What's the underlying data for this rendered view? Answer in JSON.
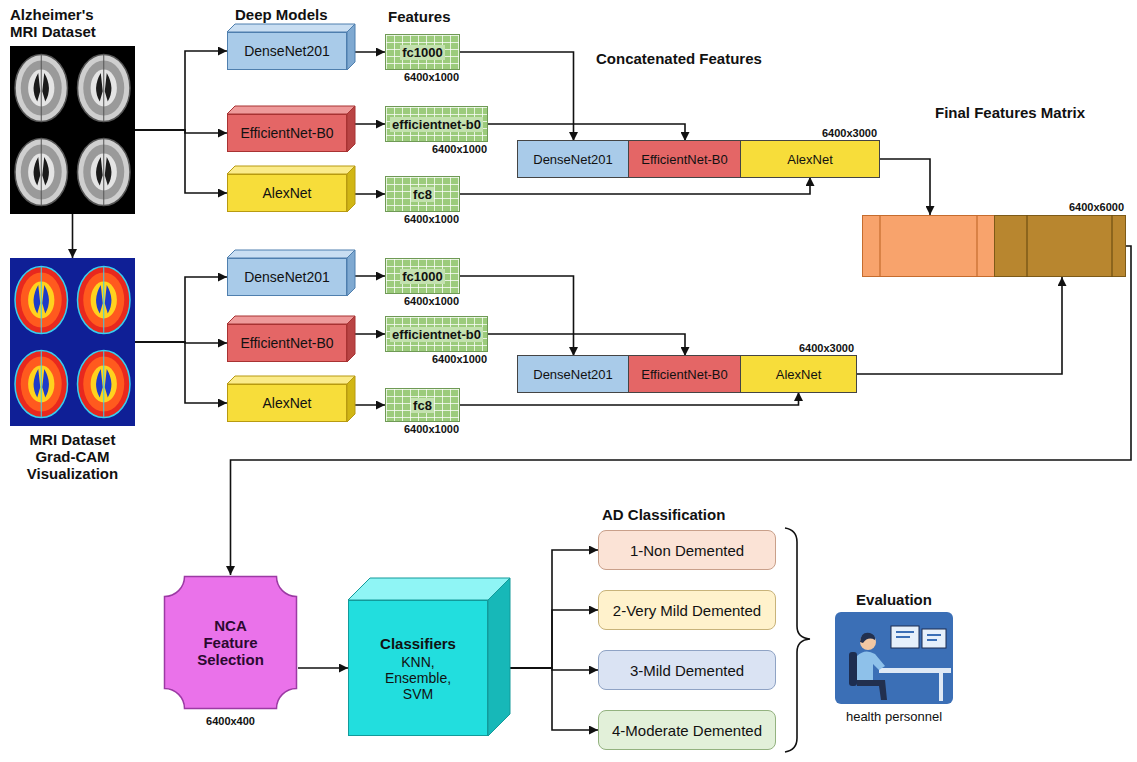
{
  "diagram": {
    "nodes": [
      {
        "text": [
          "Alzheimer's MRI Dataset"
        ]
      },
      {
        "text": [
          "DenseNet201"
        ]
      },
      {
        "text": [
          "EfficientNet-B0"
        ]
      },
      {
        "text": [
          "AlexNet"
        ]
      },
      {
        "text": [
          "fc1000",
          "6400x1000"
        ]
      },
      {
        "text": [
          "efficientnet-b0",
          "6400x1000"
        ]
      },
      {
        "text": [
          "fc8",
          "6400x1000"
        ]
      },
      {
        "text": [
          "6400x3000"
        ]
      },
      {
        "text": [
          "DenseNet201"
        ],
        "in": 7
      },
      {
        "text": [
          "EfficientNet-B0"
        ],
        "in": 7
      },
      {
        "text": [
          "AlexNet"
        ],
        "in": 7
      },
      {
        "text": [
          "MRI Dataset Grad-CAM Visualization"
        ]
      },
      {
        "text": [
          "DenseNet201"
        ]
      },
      {
        "text": [
          "EfficientNet-B0"
        ]
      },
      {
        "text": [
          "AlexNet"
        ]
      },
      {
        "text": [
          "fc1000",
          "6400x1000"
        ]
      },
      {
        "text": [
          "efficientnet-b0",
          "6400x1000"
        ]
      },
      {
        "text": [
          "fc8",
          "6400x1000"
        ]
      },
      {
        "text": [
          "6400x3000"
        ]
      },
      {
        "text": [
          "DenseNet201"
        ],
        "in": 18
      },
      {
        "text": [
          "EfficientNet-B0"
        ],
        "in": 18
      },
      {
        "text": [
          "AlexNet"
        ],
        "in": 18
      },
      {
        "text": [
          "6400x6000"
        ]
      },
      {
        "text": [
          "NCA Feature Selection",
          "6400x400"
        ]
      },
      {
        "text": [
          "Classifiers",
          "KNN, Ensemble, SVM"
        ]
      },
      {
        "text": [
          "1-Non Demented"
        ]
      },
      {
        "text": [
          "2-Very Mild Demented"
        ]
      },
      {
        "text": [
          "3-Mild Demented"
        ]
      },
      {
        "text": [
          "4-Moderate Demented"
        ]
      },
      {
        "text": [
          "Evaluation",
          "health personnel"
        ]
      }
    ],
    "edges": [
      {
        "from": 0,
        "to": 1,
        "arrow": "to"
      },
      {
        "from": 0,
        "to": 2,
        "arrow": "to"
      },
      {
        "from": 0,
        "to": 3,
        "arrow": "to"
      },
      {
        "from": 0,
        "to": 11,
        "arrow": "to"
      },
      {
        "from": 1,
        "to": 4,
        "arrow": "to"
      },
      {
        "from": 2,
        "to": 5,
        "arrow": "to"
      },
      {
        "from": 3,
        "to": 6,
        "arrow": "to"
      },
      {
        "from": 4,
        "to": 8,
        "arrow": "to"
      },
      {
        "from": 5,
        "to": 9,
        "arrow": "to"
      },
      {
        "from": 6,
        "to": 10,
        "arrow": "to"
      },
      {
        "from": 11,
        "to": 12,
        "arrow": "to"
      },
      {
        "from": 11,
        "to": 13,
        "arrow": "to"
      },
      {
        "from": 11,
        "to": 14,
        "arrow": "to"
      },
      {
        "from": 12,
        "to": 15,
        "arrow": "to"
      },
      {
        "from": 13,
        "to": 16,
        "arrow": "to"
      },
      {
        "from": 14,
        "to": 17,
        "arrow": "to"
      },
      {
        "from": 15,
        "to": 19,
        "arrow": "to"
      },
      {
        "from": 16,
        "to": 20,
        "arrow": "to"
      },
      {
        "from": 17,
        "to": 21,
        "arrow": "to"
      },
      {
        "from": 7,
        "to": 22,
        "arrow": "to"
      },
      {
        "from": 18,
        "to": 22,
        "arrow": "to"
      },
      {
        "from": 22,
        "to": 23,
        "arrow": "to"
      },
      {
        "from": 23,
        "to": 24,
        "arrow": "to"
      },
      {
        "from": 24,
        "to": 25,
        "arrow": "to"
      },
      {
        "from": 24,
        "to": 26,
        "arrow": "to"
      },
      {
        "from": 24,
        "to": 27,
        "arrow": "to"
      },
      {
        "from": 24,
        "to": 28,
        "arrow": "to"
      }
    ],
    "labels": [
      "Deep Models",
      "Features",
      "Concatenated Features",
      "Final Features Matrix",
      "AD Classification"
    ]
  }
}
